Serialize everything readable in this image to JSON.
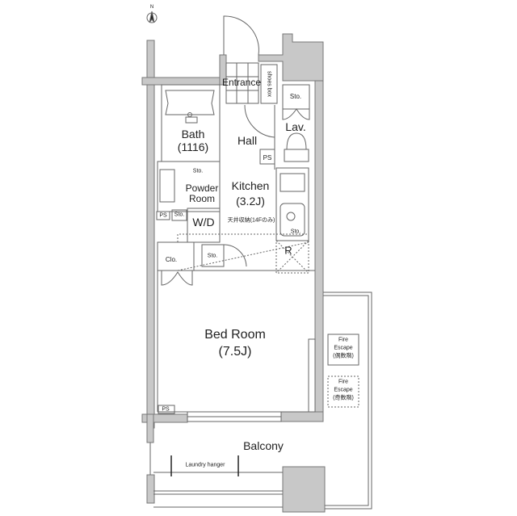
{
  "plan": {
    "north_label": "N",
    "rooms": {
      "entrance": "Entrance",
      "shoes_box": "shoes box",
      "bath": "Bath",
      "bath_size": "(1116)",
      "hall": "Hall",
      "lav": "Lav.",
      "kitchen": "Kitchen",
      "kitchen_size": "(3.2J)",
      "powder_room_1": "Powder",
      "powder_room_2": "Room",
      "wd": "W/D",
      "ceiling_storage": "天井収納(14Fのみ)",
      "refrigerator": "R",
      "closet": "Clo.",
      "bedroom": "Bed Room",
      "bedroom_size": "(7.5J)",
      "balcony": "Balcony",
      "laundry_hanger": "Laundry hanger"
    },
    "small_labels": {
      "sto_lav": "Sto.",
      "sto_powder": "Sto.",
      "sto_wd": "Sto.",
      "sto_kitchen": "Sto.",
      "sto_hall": "Sto.",
      "ps_hall": "PS",
      "ps_powder": "PS",
      "ps_bed": "PS"
    },
    "fire_escape": [
      {
        "line1": "Fire",
        "line2": "Escape",
        "line3": "(偶数階)"
      },
      {
        "line1": "Fire",
        "line2": "Escape",
        "line3": "(奇数階)"
      }
    ],
    "colors": {
      "wall_fill": "#c8c8c8",
      "wall_stroke": "#777777",
      "line": "#666666"
    }
  }
}
